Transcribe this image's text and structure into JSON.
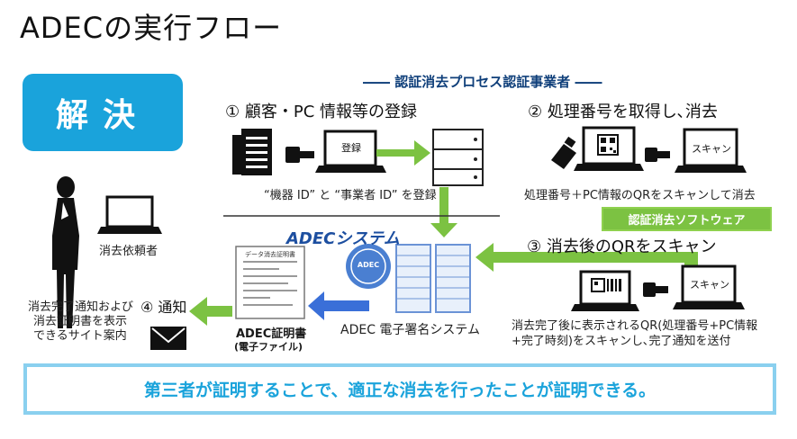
{
  "page_title": "ADECの実行フロー",
  "solution_badge": "解決",
  "requester": {
    "label": "消去依頼者"
  },
  "process_heading": "―― 認証消去プロセス認証事業者 ――",
  "step1": {
    "heading": "① 顧客・PC 情報等の登録",
    "screen_label": "登録",
    "caption": "“機器 ID” と “事業者 ID” を登録"
  },
  "step2": {
    "heading": "② 処理番号を取得し､消去",
    "screen_label": "スキャン",
    "caption": "処理番号＋PC情報のQRをスキャンして消去"
  },
  "software_label": "認証消去ソフトウェア",
  "step3": {
    "heading": "③ 消去後のQRをスキャン",
    "screen_label": "スキャン",
    "caption_line1": "消去完了後に表示されるQR(処理番号+PC情報",
    "caption_line2": "+完了時刻)をスキャンし､完了通知を送付"
  },
  "system": {
    "heading": "ADECシステム",
    "caption": "ADEC 電子署名システム",
    "seal_text": "ADEC"
  },
  "certificate": {
    "title": "ADEC証明書",
    "subtitle": "(電子ファイル)",
    "doc_header": "データ消去証明書"
  },
  "step4": {
    "heading": "④ 通知",
    "caption_line1": "消去完了通知および",
    "caption_line2": "消去証明書を表示",
    "caption_line3": "できるサイト案内"
  },
  "conclusion": "第三者が証明することで、適正な消去を行ったことが証明できる。",
  "colors": {
    "accent_blue": "#1aa3db",
    "arrow_green": "#7cc242",
    "arrow_blue": "#3a6fd8",
    "system_blue": "#1d4fa0"
  },
  "icons": [
    "person-phone-icon",
    "laptop-icon",
    "document-icon",
    "cable-plug-icon",
    "server-icon",
    "usb-stick-icon",
    "qr-code-icon",
    "certificate-icon",
    "envelope-icon",
    "seal-icon"
  ]
}
